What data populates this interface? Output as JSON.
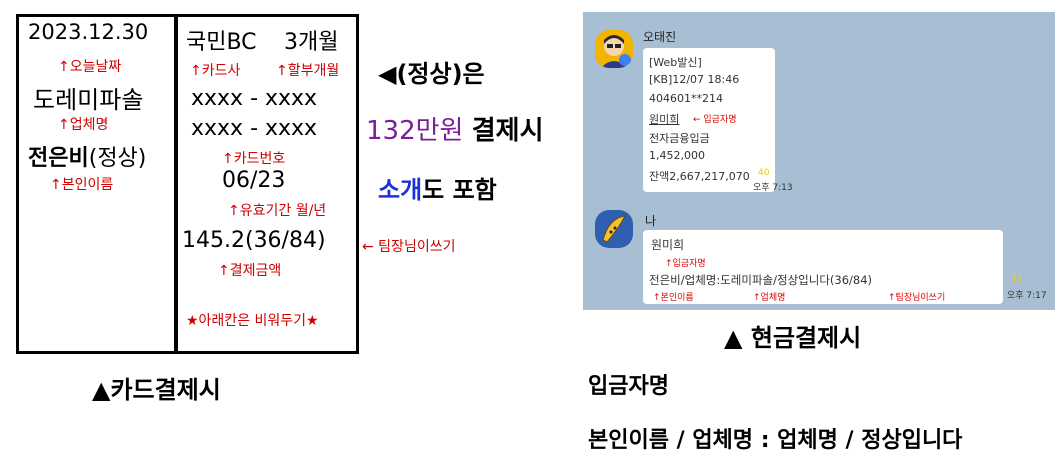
{
  "card_section": {
    "date": "2023.12.30",
    "date_note": "↑오늘날짜",
    "merchant": "도레미파솔",
    "merchant_note": "↑업체명",
    "name": "전은비",
    "status": "(정상)",
    "name_note": "↑본인이름",
    "card_company": "국민BC",
    "installment": "3개월",
    "card_company_note": "↑카드사",
    "installment_note": "↑할부개월",
    "card_number_line1": "xxxx - xxxx",
    "card_number_line2": "xxxx - xxxx",
    "card_number_note": "↑카드번호",
    "expiry": "06/23",
    "expiry_note": "↑유효기간 월/년",
    "amount": "145.2(36/84)",
    "amount_note": "↑결제금액",
    "team_leader_note": "← 팀장님이쓰기",
    "leave_blank_note": "★아래칸은 비워두기★",
    "caption": "▲카드결제시"
  },
  "middle_text": {
    "normal_label": "◀(정상)은",
    "amount_prefix": "132만원",
    "amount_suffix": "결제시",
    "referral_prefix": "소개",
    "referral_suffix": "도 포함"
  },
  "chat": {
    "sender1_name": "오태진",
    "msg1_lines": [
      "[Web발신]",
      "[KB]12/07 18:46",
      "404601**214",
      "원미희",
      "전자금융입금",
      "1,452,000",
      "잔액2,667,217,070"
    ],
    "msg1_note": "← 입금자명",
    "msg1_read": "40",
    "msg1_time": "오후 7:13",
    "sender2_name": "나",
    "msg2_line1": "원미희",
    "msg2_note1": "↑입금자명",
    "msg2_line2": "전은비/업체명:도레미파솔/정상입니다(36/84)",
    "msg2_note_name": "↑본인이름",
    "msg2_note_merchant": "↑업체명",
    "msg2_note_team": "↑팀장님이쓰기",
    "msg2_read": "41",
    "msg2_time": "오후 7:17",
    "caption": "▲ 현금결제시"
  },
  "bottom_text": {
    "line1": "입금자명",
    "line2": "본인이름 / 업체명 : 업체명 / 정상입니다"
  },
  "colors": {
    "red_note": "#d00000",
    "purple": "#7a1f9a",
    "blue": "#1e2fd6",
    "chat_bg": "#a8bfd3"
  },
  "icons": [
    "avatar-person-icon",
    "avatar-banana-icon"
  ]
}
